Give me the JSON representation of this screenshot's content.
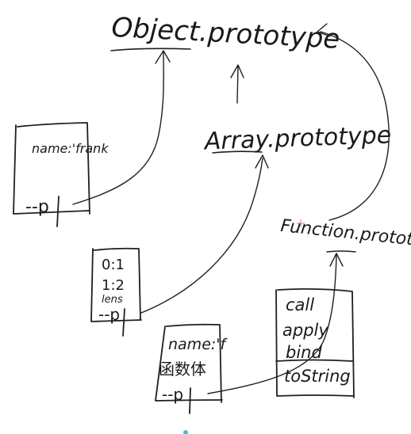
{
  "diagram": {
    "nodes": {
      "object_prototype": {
        "label": "Object.prototype"
      },
      "array_prototype": {
        "label": "Array.prototype"
      },
      "function_prototype": {
        "label": "Function.prototype"
      },
      "obj_box": {
        "line1": "name:'frank",
        "proto": "--p"
      },
      "array_box": {
        "line1": "0:1",
        "line2": "1:2",
        "line3": "lens",
        "proto": "--p"
      },
      "func_box": {
        "line1": "name:'f",
        "line2": "函数体",
        "proto": "--p"
      },
      "function_methods": {
        "items": [
          "call",
          "apply",
          "bind",
          "toString"
        ]
      }
    },
    "colors": {
      "ink": "#1f1f1f",
      "cursor": "#33c4ec"
    }
  }
}
